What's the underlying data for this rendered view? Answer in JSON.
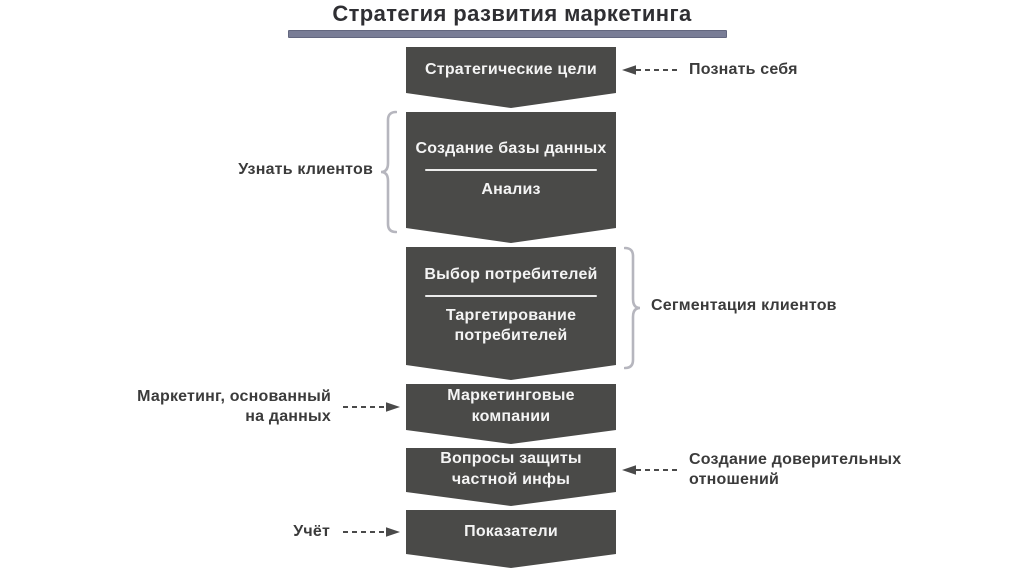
{
  "title": "Стратегия развития маркетинга",
  "colors": {
    "box_fill": "#4a4a48",
    "box_text": "#f4f4f4",
    "accent_bar": "#797d96",
    "label_text": "#3b3b3b",
    "bracket": "#b6b6be",
    "arrow": "#4a4a4a",
    "background": "#ffffff"
  },
  "flow": {
    "boxes": [
      {
        "name": "strategic-goals",
        "text": "Стратегические цели"
      },
      {
        "name": "database-analysis",
        "top": "Создание базы данных",
        "bottom": "Анализ"
      },
      {
        "name": "consumer-selection",
        "top": "Выбор потребителей",
        "bottom": "Таргетирование потребителей"
      },
      {
        "name": "marketing-campaigns",
        "text": "Маркетинговые компании"
      },
      {
        "name": "privacy-questions",
        "text": "Вопросы защиты частной инфы"
      },
      {
        "name": "metrics",
        "text": "Показатели"
      }
    ]
  },
  "annotations": {
    "know_yourself": "Познать себя",
    "know_clients": "Узнать клиентов",
    "segmentation": "Сегментация клиентов",
    "data_driven": "Маркетинг, основанный на данных",
    "trust": "Создание доверительных отношений",
    "accounting": "Учёт"
  }
}
